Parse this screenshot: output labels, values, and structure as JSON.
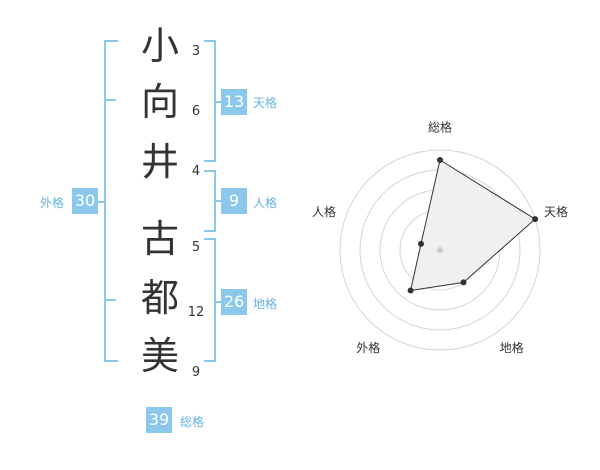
{
  "name_chars": [
    {
      "char": "小",
      "strokes": "3"
    },
    {
      "char": "向",
      "strokes": "6"
    },
    {
      "char": "井",
      "strokes": "4"
    },
    {
      "char": "古",
      "strokes": "5"
    },
    {
      "char": "都",
      "strokes": "12"
    },
    {
      "char": "美",
      "strokes": "9"
    }
  ],
  "fortunes": {
    "tenkaku": {
      "label": "天格",
      "value": "13"
    },
    "jinkaku": {
      "label": "人格",
      "value": "9"
    },
    "chikaku": {
      "label": "地格",
      "value": "26"
    },
    "gaikaku": {
      "label": "外格",
      "value": "30"
    },
    "soukaku": {
      "label": "総格",
      "value": "39"
    }
  },
  "colors": {
    "accent": "#8cc7ec",
    "accent_text": "#66b3e3",
    "text": "#333333"
  },
  "chart_data": {
    "type": "radar",
    "axes": [
      "総格",
      "天格",
      "地格",
      "外格",
      "人格"
    ],
    "values": [
      4.5,
      5,
      2,
      2.5,
      1
    ],
    "rmax": 5
  }
}
